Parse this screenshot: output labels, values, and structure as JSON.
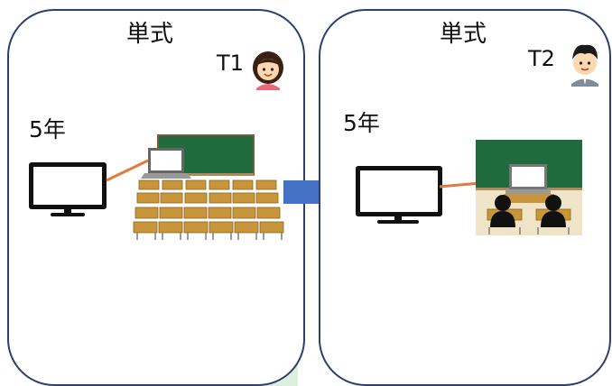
{
  "left_panel": {
    "mode_label": "単式",
    "grade_label": "5年",
    "teacher_label": "T1",
    "teacher_icon": "female-teacher-icon"
  },
  "right_panel": {
    "mode_label": "単式",
    "grade_label": "5年",
    "teacher_label": "T2",
    "teacher_icon": "male-teacher-icon"
  },
  "connector": {
    "icon": "right-arrow-icon",
    "color": "#4472c4"
  },
  "colors": {
    "panel_border": "#2c3f70",
    "chalkboard": "#1f6b3e",
    "cable": "#e07b39",
    "desk": "#c9953a"
  }
}
